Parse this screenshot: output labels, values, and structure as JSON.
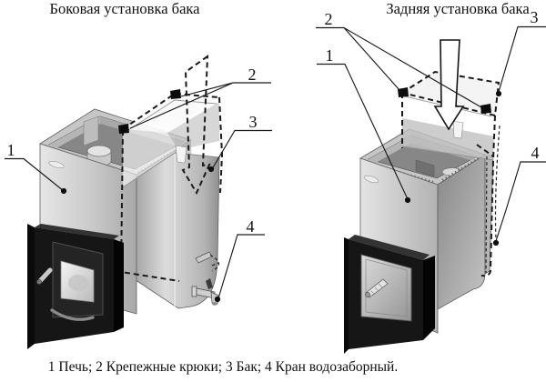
{
  "figure": {
    "background": "#ffffff",
    "caption": "1 Печь; 2 Крепежные крюки; 3 Бак; 4 Кран водозаборный.",
    "panels": {
      "left": {
        "title": "Боковая установка бака"
      },
      "right": {
        "title": "Задняя установка бака"
      }
    },
    "callouts": {
      "stove": "1",
      "hooks": "2",
      "tank": "3",
      "tap": "4"
    },
    "legend": [
      {
        "num": "1",
        "term": "Печь"
      },
      {
        "num": "2",
        "term": "Крепежные крюки"
      },
      {
        "num": "3",
        "term": "Бак"
      },
      {
        "num": "4",
        "term": "Кран водозаборный"
      }
    ],
    "colors": {
      "line": "#1a1a1a",
      "stove_body": "#c6c6c6",
      "stove_front_light": "#e2e2e2",
      "stove_shadow": "#8f8f8f",
      "door_black": "#141414",
      "tank_gray": "#b5b5b5",
      "ghost_white": "#f4f4f4"
    }
  }
}
